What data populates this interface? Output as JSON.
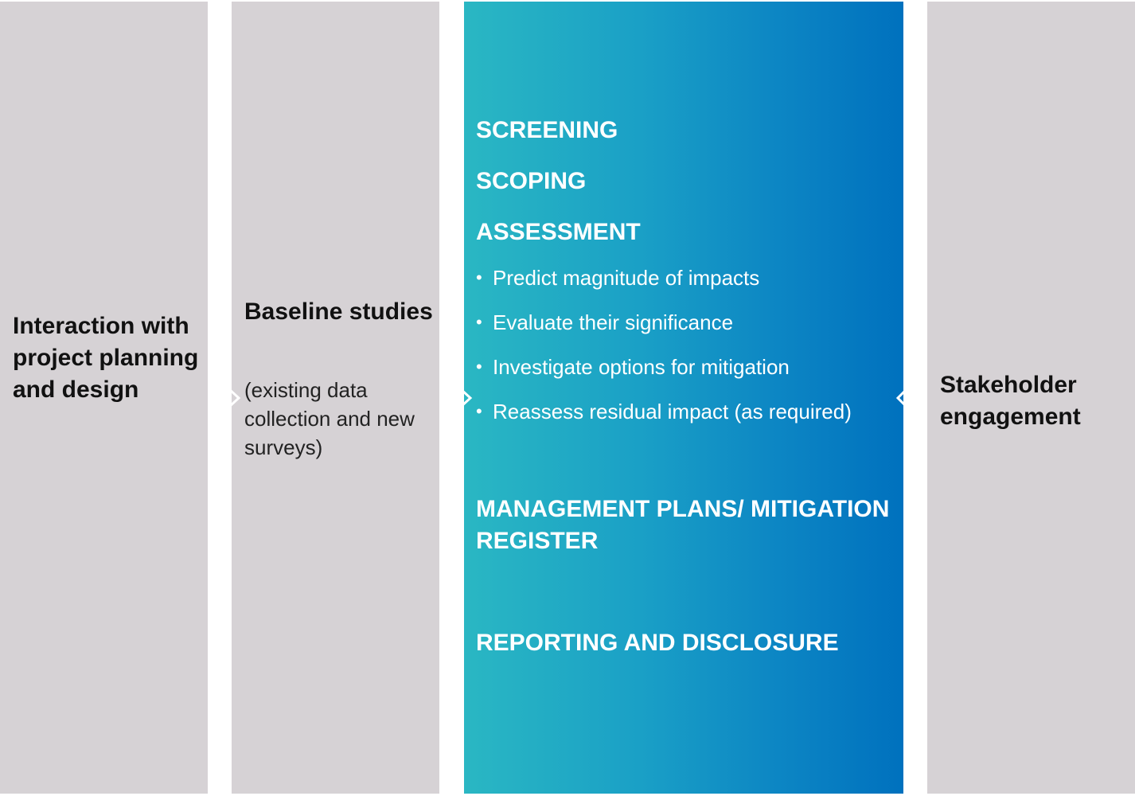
{
  "planning": {
    "title": "Interaction with project planning and design"
  },
  "baseline": {
    "title": "Baseline studies",
    "note": "(existing data collection and new surveys)"
  },
  "process": {
    "steps": [
      "SCREENING",
      "SCOPING",
      "ASSESSMENT"
    ],
    "assessment_items": [
      "Predict magnitude of impacts",
      "Evaluate their significance",
      "Investigate options for mitigation",
      "Reassess residual impact (as required)"
    ],
    "management": "MANAGEMENT PLANS/ MITIGATION REGISTER",
    "reporting": "REPORTING AND DISCLOSURE"
  },
  "stakeholder": {
    "title": "Stakeholder engagement"
  },
  "colors": {
    "panel_grey": "#d6d2d5",
    "gradient_start": "#2ab7c3",
    "gradient_end": "#0071be",
    "connector": "#ffffff"
  },
  "icons": {
    "bullet": "bullet-dot-icon"
  }
}
